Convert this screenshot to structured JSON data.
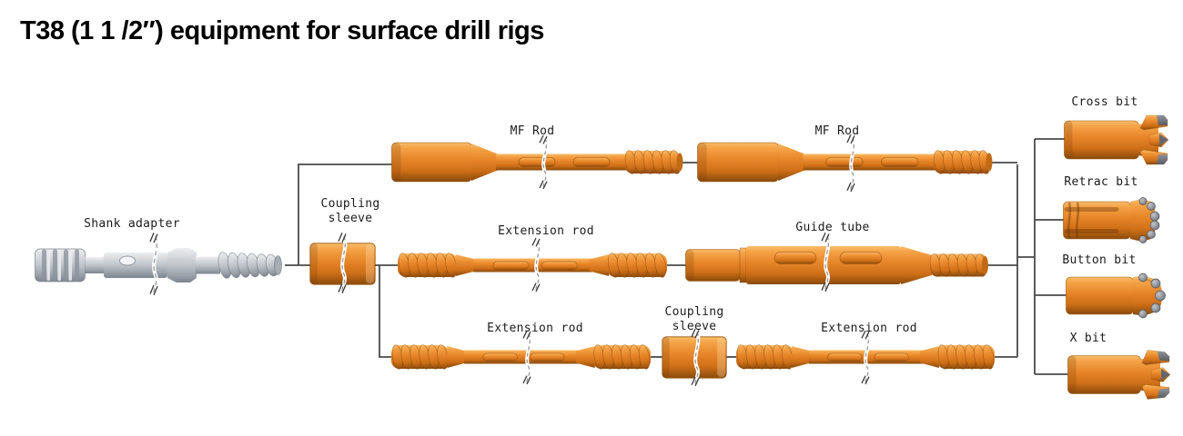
{
  "title": "T38 (1 1 /2″) equipment for surface drill rigs",
  "components": {
    "shank_adapter": {
      "label": "Shank adapter"
    },
    "coupling_sleeve_main": {
      "label_line1": "Coupling",
      "label_line2": "sleeve"
    },
    "mf_rod_1": {
      "label": "MF Rod"
    },
    "mf_rod_2": {
      "label": "MF Rod"
    },
    "extension_rod_mid": {
      "label": "Extension rod"
    },
    "guide_tube": {
      "label": "Guide tube"
    },
    "extension_rod_bottom_left": {
      "label": "Extension rod"
    },
    "coupling_sleeve_bottom": {
      "label_line1": "Coupling",
      "label_line2": "sleeve"
    },
    "extension_rod_bottom_right": {
      "label": "Extension rod"
    },
    "cross_bit": {
      "label": "Cross bit"
    },
    "retrac_bit": {
      "label": "Retrac bit"
    },
    "button_bit": {
      "label": "Button bit"
    },
    "x_bit": {
      "label": "X bit"
    }
  },
  "colors": {
    "rod_orange": "#E8862A",
    "rod_orange_highlight": "#F9BC6A",
    "rod_orange_shadow": "#8A4A0C",
    "steel_gray": "#C0C5CB",
    "carbide_gray": "#75797F",
    "connector_line": "#4A4A4A",
    "background": "#FFFFFF"
  }
}
